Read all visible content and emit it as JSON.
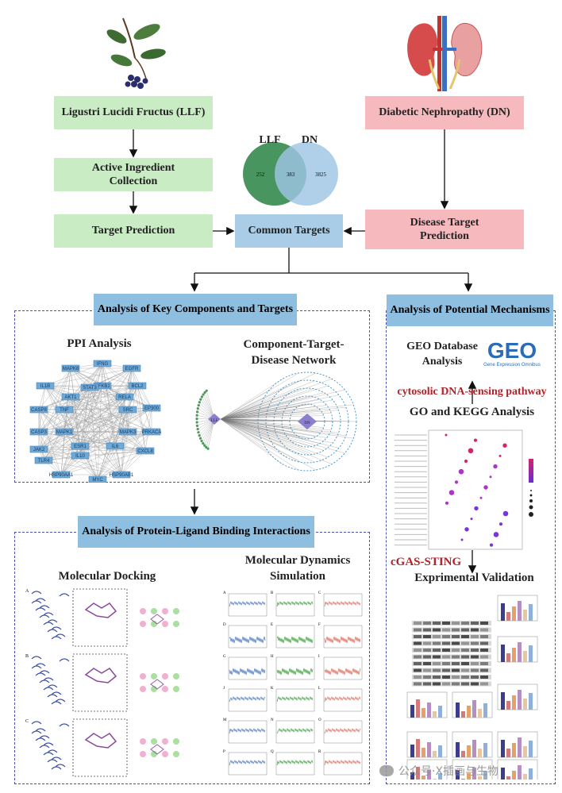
{
  "boxes": {
    "llf": "Ligustri Lucidi Fructus (LLF)",
    "dn": "Diabetic Nephropathy (DN)",
    "active": "Active Ingredient Collection",
    "target_pred": "Target Prediction",
    "common": "Common Targets",
    "disease_target": "Disease Target Prediction"
  },
  "venn": {
    "left_label": "LLF",
    "right_label": "DN",
    "left_only": "252",
    "overlap": "383",
    "right_only": "3825",
    "left_color": "#3f8f56",
    "right_color": "#9fc4e4"
  },
  "sections": {
    "key_components": "Analysis of Key Components and Targets",
    "mechanisms": "Analysis of Potential Mechanisms",
    "binding": "Analysis of Protein-Ligand Binding Interactions"
  },
  "left_panel": {
    "ppi_title": "PPI Analysis",
    "ctd_title": "Component-Target-Disease Network",
    "ctd_llf": "LLF",
    "ctd_dn": "DN",
    "ppi_nodes": [
      "IFNG",
      "MAPK8",
      "EGFR",
      "IL1B",
      "CASP8",
      "NFKB1",
      "BCL2",
      "AKT1",
      "RELA",
      "EP300",
      "CASP3",
      "TNF",
      "SRC",
      "JAK2",
      "MAPK1",
      "MAPK3",
      "PRKACA",
      "TLR4",
      "ESR1",
      "IL6",
      "CXCL8",
      "HSP90AA1",
      "HSP90AB1",
      "MYC",
      "STAT3",
      "IL10"
    ]
  },
  "right_panel": {
    "geo_title": "GEO Database Analysis",
    "geo_logo": "GEO",
    "geo_logo_sub": "Gene Expression Omnibus",
    "cytosolic": "cytosolic DNA-sensing pathway",
    "go_kegg": "GO and KEGG Analysis",
    "egas": "cGAS-STING",
    "validation": "Exprimental Validation"
  },
  "bottom_panel": {
    "docking": "Molecular Docking",
    "md": "Molecular Dynamics Simulation",
    "docking_panels": [
      "A",
      "B",
      "C"
    ],
    "md_panels": [
      "A",
      "B",
      "C",
      "D",
      "E",
      "F",
      "G",
      "H",
      "I",
      "J",
      "K",
      "L",
      "M",
      "N",
      "O",
      "P",
      "Q",
      "R"
    ]
  },
  "watermark": "公众号·X插画与生物"
}
